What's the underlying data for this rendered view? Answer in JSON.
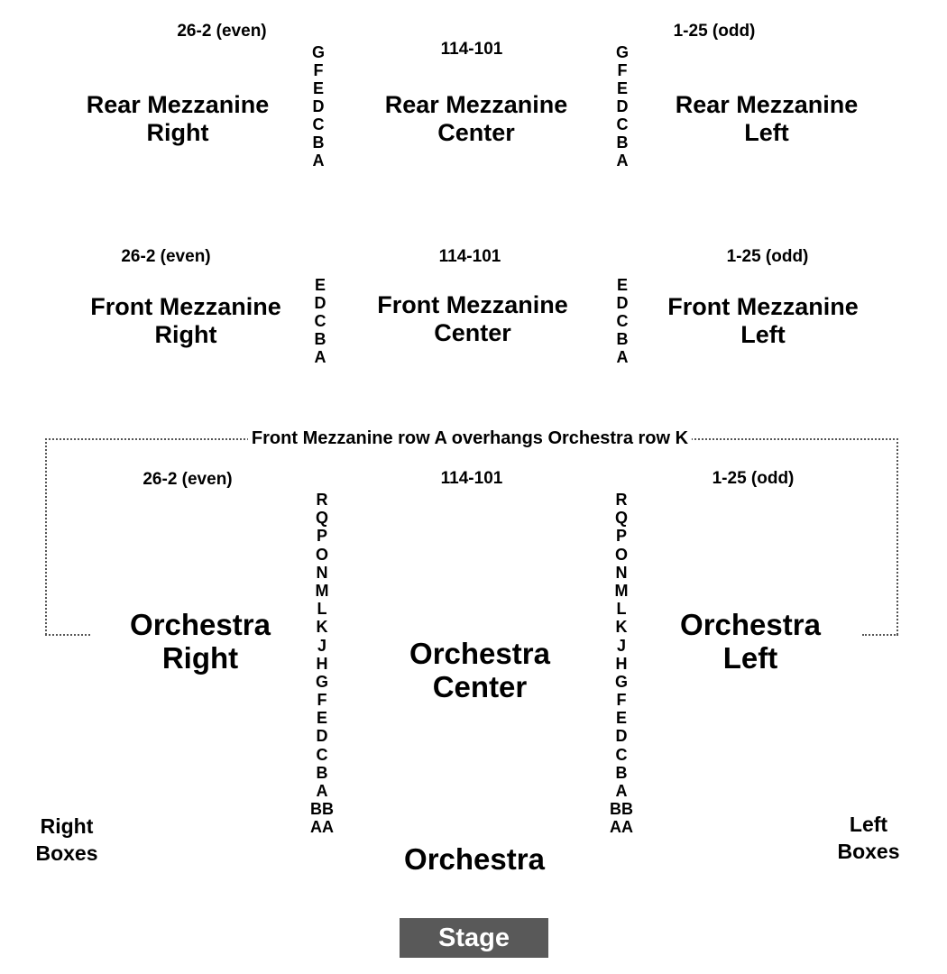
{
  "rear_mezzanine": {
    "right_range": "26-2 (even)",
    "center_range": "114-101",
    "left_range": "1-25 (odd)",
    "right_label": [
      "Rear Mezzanine",
      "Right"
    ],
    "center_label": [
      "Rear Mezzanine",
      "Center"
    ],
    "left_label": [
      "Rear Mezzanine",
      "Left"
    ],
    "rows": [
      "G",
      "F",
      "E",
      "D",
      "C",
      "B",
      "A"
    ]
  },
  "front_mezzanine": {
    "right_range": "26-2 (even)",
    "center_range": "114-101",
    "left_range": "1-25 (odd)",
    "right_label": [
      "Front Mezzanine",
      "Right"
    ],
    "center_label": [
      "Front Mezzanine",
      "Center"
    ],
    "left_label": [
      "Front Mezzanine",
      "Left"
    ],
    "rows": [
      "E",
      "D",
      "C",
      "B",
      "A"
    ]
  },
  "overhang_note": "Front Mezzanine row A overhangs Orchestra row K",
  "orchestra": {
    "right_range": "26-2 (even)",
    "center_range": "114-101",
    "left_range": "1-25 (odd)",
    "right_label": [
      "Orchestra",
      "Right"
    ],
    "center_label": [
      "Orchestra",
      "Center"
    ],
    "left_label": [
      "Orchestra",
      "Left"
    ],
    "rows": [
      "R",
      "Q",
      "P",
      "O",
      "N",
      "M",
      "L",
      "K",
      "J",
      "H",
      "G",
      "F",
      "E",
      "D",
      "C",
      "B",
      "A",
      "BB",
      "AA"
    ],
    "title": "Orchestra"
  },
  "boxes": {
    "right": [
      "Right",
      "Boxes"
    ],
    "left": [
      "Left",
      "Boxes"
    ]
  },
  "stage_label": "Stage"
}
